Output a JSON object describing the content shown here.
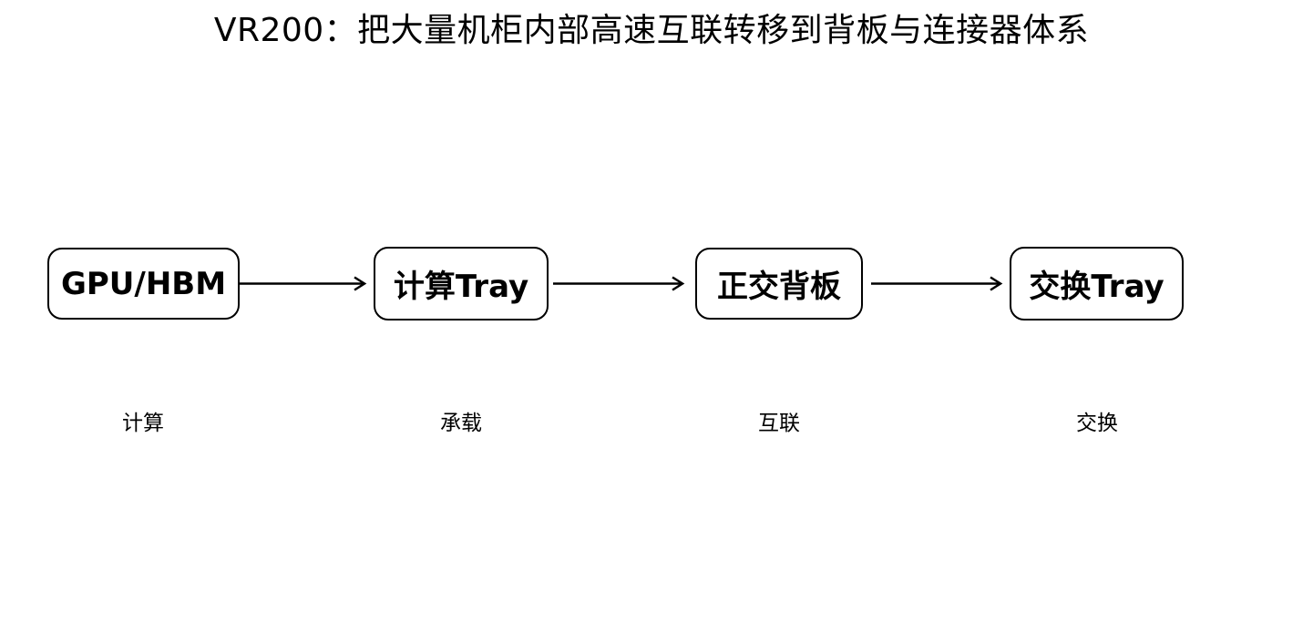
{
  "title": "VR200：把大量机柜内部高速互联转移到背板与连接器体系",
  "nodes": [
    {
      "label": "GPU/HBM"
    },
    {
      "label": "计算Tray"
    },
    {
      "label": "正交背板"
    },
    {
      "label": "交换Tray"
    }
  ],
  "captions": [
    "计算",
    "承载",
    "互联",
    "交换"
  ],
  "edges": [
    {
      "from": "GPU/HBM",
      "to": "计算Tray"
    },
    {
      "from": "计算Tray",
      "to": "正交背板"
    },
    {
      "from": "正交背板",
      "to": "交换Tray"
    }
  ]
}
